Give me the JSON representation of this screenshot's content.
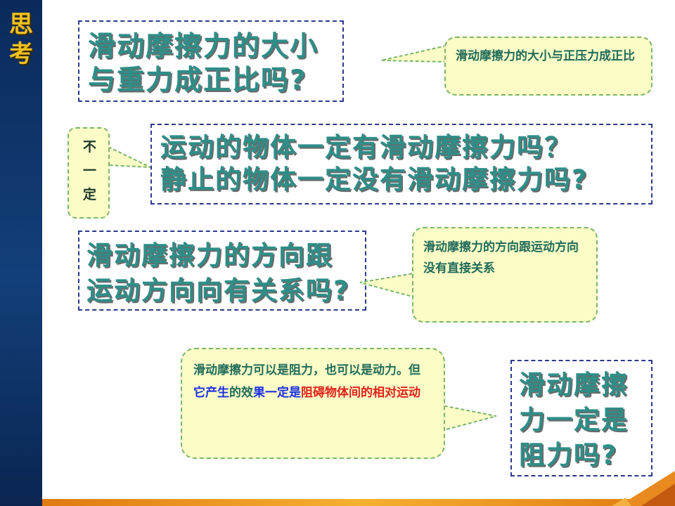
{
  "sidebar": {
    "title": "思考"
  },
  "questions": {
    "q1": {
      "line1": "滑动摩擦力的大小",
      "line2": "与重力成正比吗?"
    },
    "q2": {
      "line1": "运动的物体一定有滑动摩擦力吗？",
      "line2": "静止的物体一定没有滑动摩擦力吗?"
    },
    "q3": {
      "line1": "滑动摩擦力的方向跟",
      "line2": "运动方向向有关系吗?"
    },
    "q4": {
      "line1": "滑动摩擦",
      "line2": "力一定是",
      "line3": "阻力吗?"
    }
  },
  "answers": {
    "a1": "滑动摩擦力的大小与正压力成正比",
    "a2": {
      "c1": "不",
      "c2": "一",
      "c3": "定"
    },
    "a3": "滑动摩擦力的方向跟运动方向没有直接关系",
    "a4": {
      "p1": "滑动摩擦力可以是阻力，也可以是动力。但",
      "p2": "它产生",
      "p3": "的效",
      "p4": "果一定是",
      "p5": "阻碍物体间的相对",
      "p6": "运动"
    }
  },
  "colors": {
    "question_text": "#2e8e88",
    "bubble_fill": "#fcfcc6",
    "sidebar": "#123f7a",
    "accent": "#f0c020",
    "highlight_blue": "#1a2ee6",
    "highlight_red": "#e0221a"
  }
}
